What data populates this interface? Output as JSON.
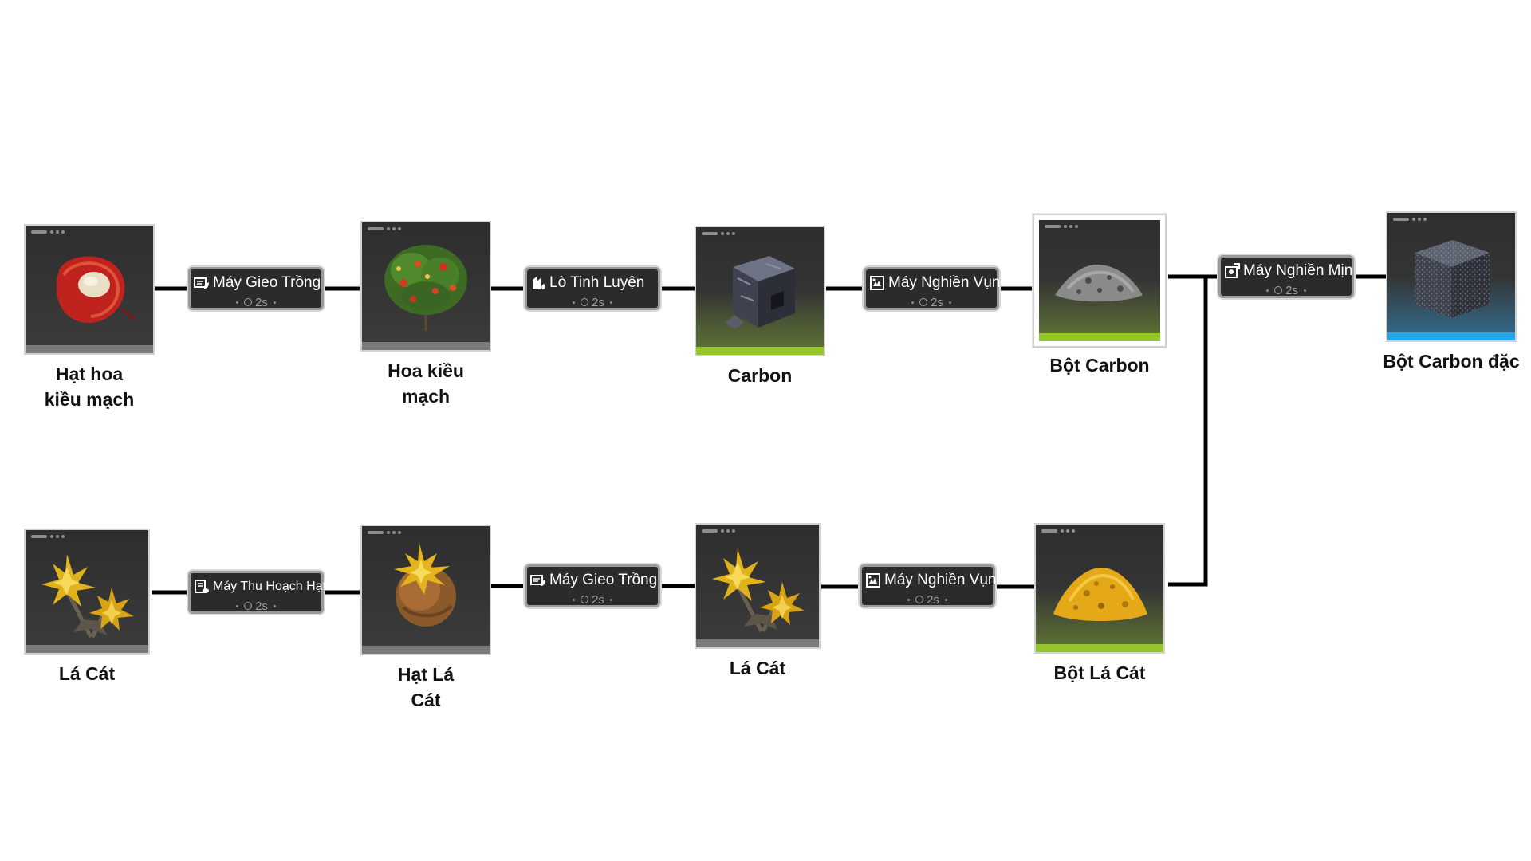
{
  "items": {
    "hat_hoa_kieu_mach": "Hạt hoa\nkiều mạch",
    "hoa_kieu_mach": "Hoa kiều\nmạch",
    "carbon": "Carbon",
    "bot_carbon": "Bột Carbon",
    "bot_carbon_dac": "Bột Carbon đặc",
    "la_cat_1": "Lá Cát",
    "hat_la_cat": "Hạt Lá\nCát",
    "la_cat_2": "Lá Cát",
    "bot_la_cat": "Bột Lá Cát"
  },
  "machines": {
    "m1": {
      "name": "Máy Gieo Trồng",
      "time": "2s",
      "icon": "planter-icon"
    },
    "m2": {
      "name": "Lò Tinh Luyện",
      "time": "2s",
      "icon": "furnace-icon"
    },
    "m3": {
      "name": "Máy Nghiền Vụn",
      "time": "2s",
      "icon": "crusher-icon"
    },
    "m4": {
      "name": "Máy Nghiền Mịn",
      "time": "2s",
      "icon": "grinder-icon"
    },
    "m5": {
      "name": "Máy Thu Hoạch Hạt",
      "time": "2s",
      "icon": "seed-harvester-icon"
    },
    "m6": {
      "name": "Máy Gieo Trồng",
      "time": "2s",
      "icon": "planter-icon"
    },
    "m7": {
      "name": "Máy Nghiền Vụn",
      "time": "2s",
      "icon": "crusher-icon"
    }
  },
  "colors": {
    "tile_bg": "#333333",
    "bar_gray": "#7a7a7a",
    "bar_green": "#95c62c",
    "bar_blue": "#28a6e6",
    "wire": "#000000"
  }
}
